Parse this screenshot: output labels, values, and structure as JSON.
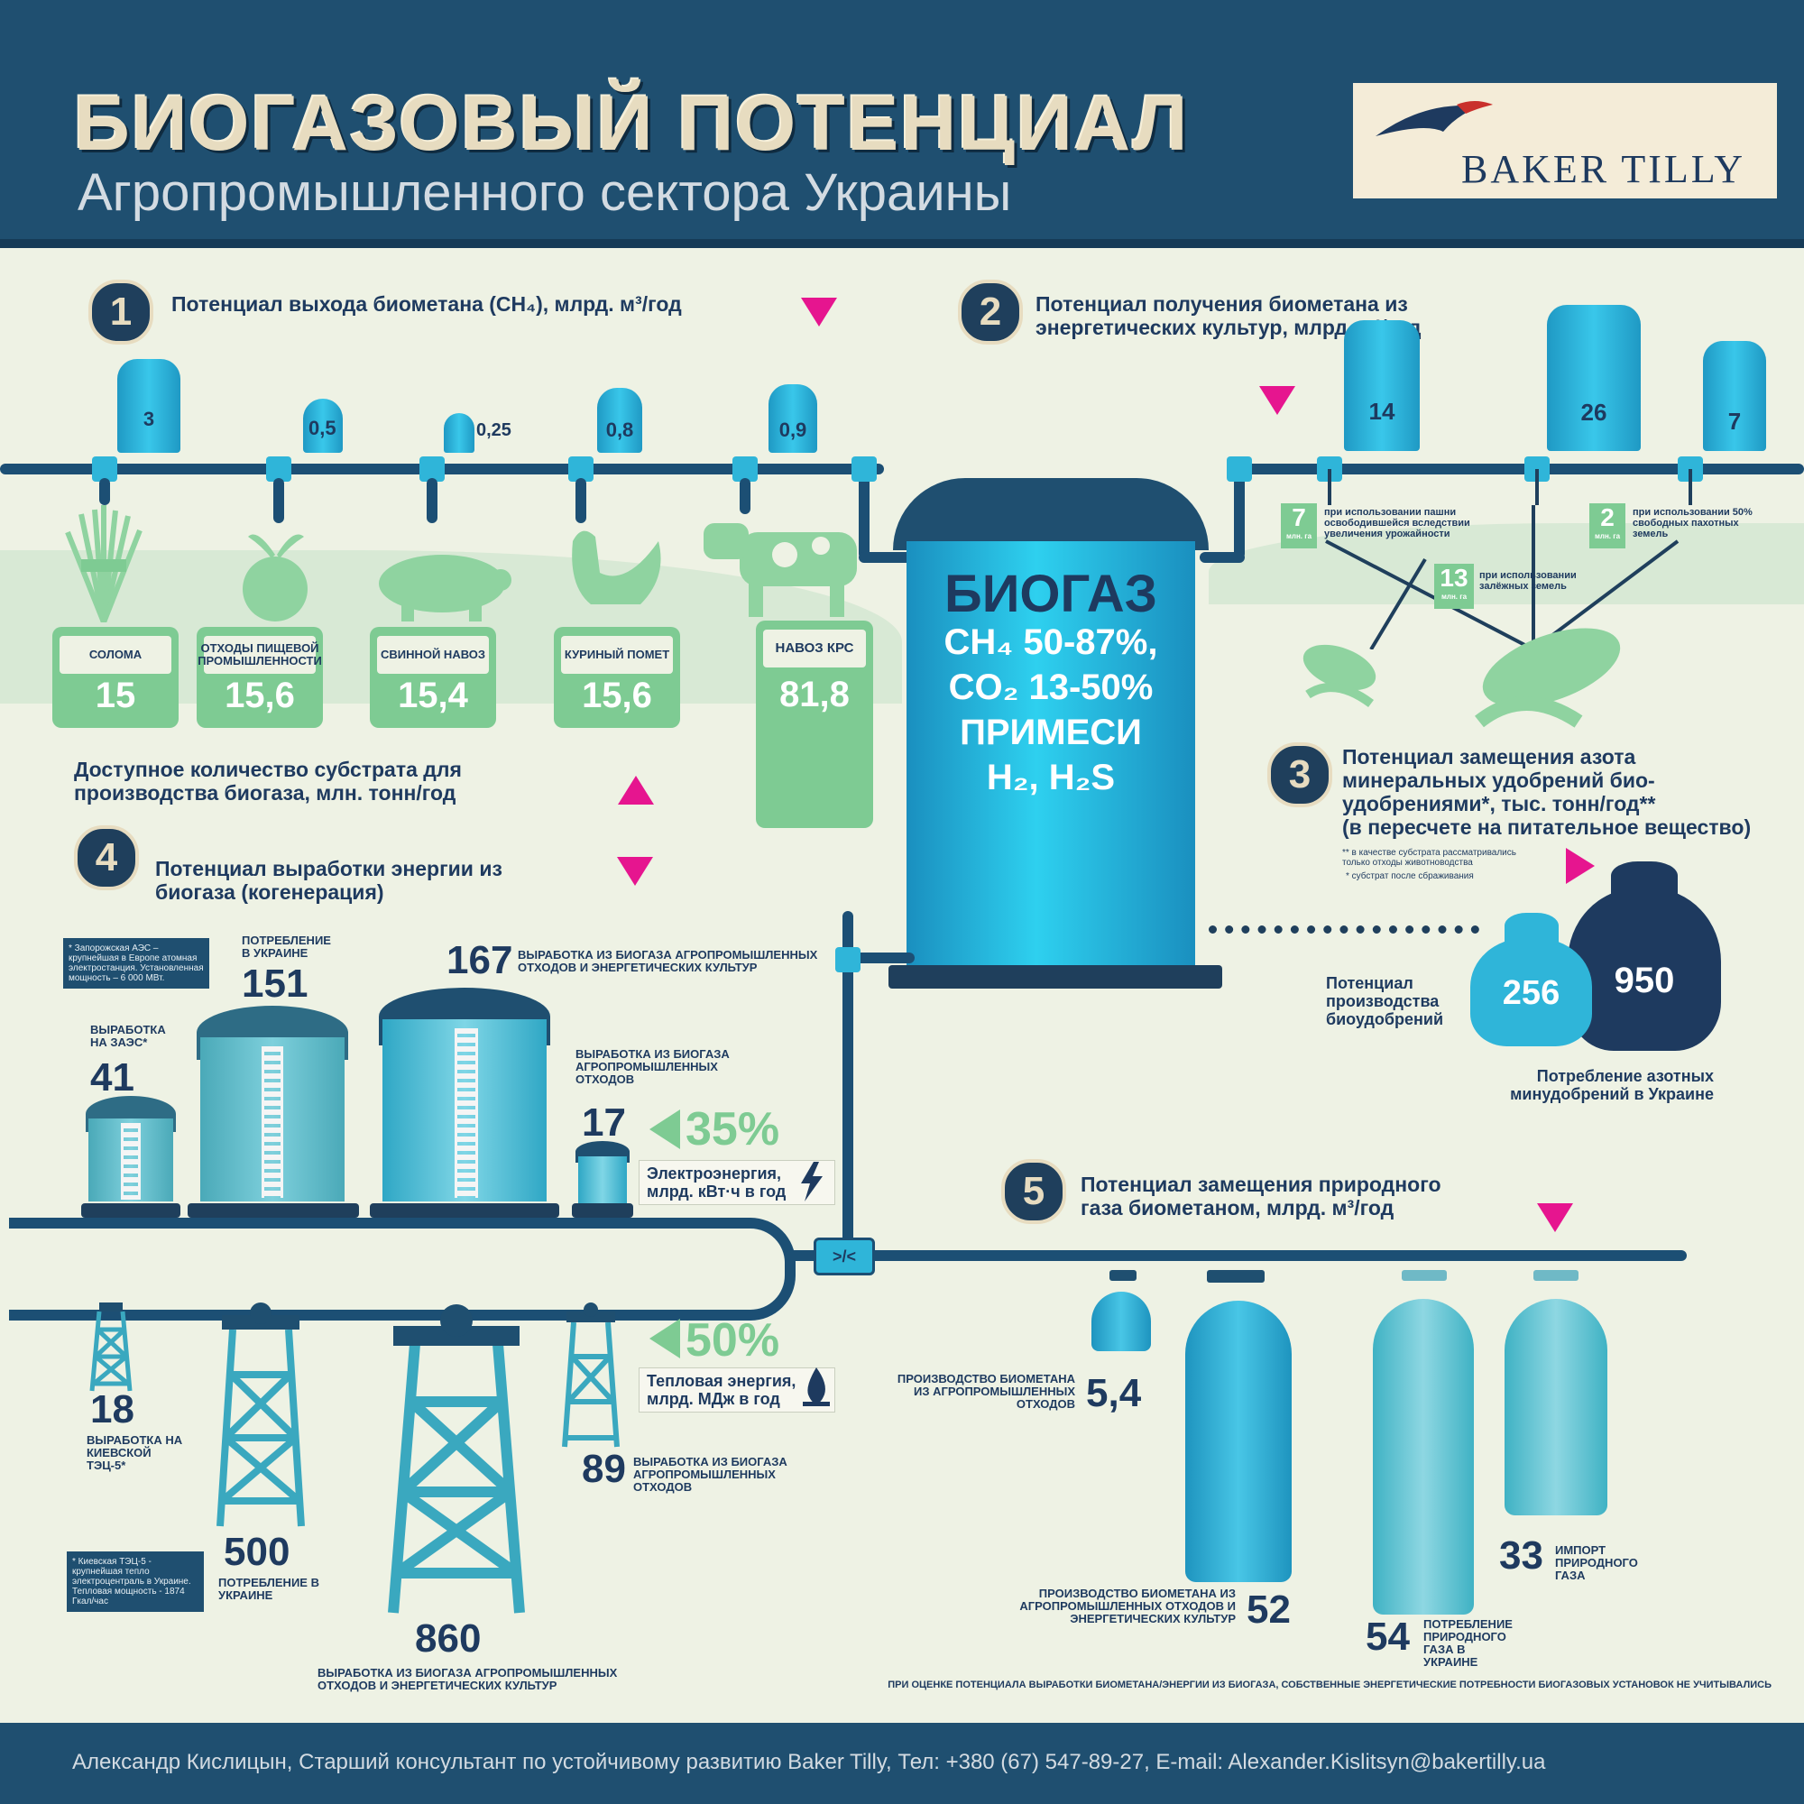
{
  "header": {
    "title": "БИОГАЗОВЫЙ ПОТЕНЦИАЛ",
    "subtitle": "Агропромышленного сектора Украины",
    "logo_text": "BAKER TILLY"
  },
  "section1": {
    "number": "1",
    "title": "Потенциал выхода биометана (CH₄), млрд. м³/год",
    "tanks": [
      "3",
      "0,5",
      "0,25",
      "0,8",
      "0,9"
    ],
    "cards": [
      {
        "label": "СОЛОМА",
        "value": "15"
      },
      {
        "label": "ОТХОДЫ ПИЩЕВОЙ ПРОМЫШЛЕННОСТИ",
        "value": "15,6"
      },
      {
        "label": "СВИННОЙ НАВОЗ",
        "value": "15,4"
      },
      {
        "label": "КУРИНЫЙ ПОМЕТ",
        "value": "15,6"
      },
      {
        "label": "НАВОЗ КРС",
        "value": "81,8"
      }
    ],
    "substrate_label": "Доступное количество субстрата для производства биогаза, млн. тонн/год"
  },
  "biogas": {
    "title": "БИОГАЗ",
    "line1": "CH₄ 50-87%,",
    "line2": "CO₂ 13-50%",
    "line3": "ПРИМЕСИ",
    "line4": "H₂, H₂S"
  },
  "section2": {
    "number": "2",
    "title": "Потенциал получения биометана из энергетических культур, млрд. м³/год",
    "tanks": [
      "14",
      "26",
      "7"
    ],
    "land": [
      {
        "value": "7",
        "unit": "млн. га",
        "text": "при использовании пашни освободившейся вследствии увеличения урожайности"
      },
      {
        "value": "2",
        "unit": "млн. га",
        "text": "при использовании 50% свободных пахотных земель"
      },
      {
        "value": "13",
        "unit": "млн. га",
        "text": "при использовании залёжных земель"
      }
    ]
  },
  "section3": {
    "number": "3",
    "title": "Потенциал замещения азота минеральных удобрений био-удобрениями*, тыс. тонн/год**",
    "title2": "(в пересчете на питательное вещество)",
    "note1": "** в качестве субстрата рассматривались только отходы животноводства",
    "note2": "* субстрат после сбраживания",
    "bio_label": "Потенциал производства биоудобрений",
    "bio_value": "256",
    "mineral_value": "950",
    "mineral_label": "Потребление азотных минудобрений в Украине"
  },
  "section4": {
    "number": "4",
    "title": "Потенциал выработки энергии из биогаза (когенерация)",
    "note_zaes": "* Запорожская АЭС – крупнейшая в Европе атомная электростанция. Установленная мощность – 6 000 МВт.",
    "zaes_label": "ВЫРАБОТКА НА ЗАЭС*",
    "zaes_value": "41",
    "cons_label": "ПОТРЕБЛЕНИЕ В УКРАИНЕ",
    "cons_value": "151",
    "total_value": "167",
    "total_label": "ВЫРАБОТКА ИЗ БИОГАЗА АГРОПРОМЫШЛЕННЫХ ОТХОДОВ И ЭНЕРГЕТИЧЕСКИХ КУЛЬТУР",
    "waste_label": "ВЫРАБОТКА ИЗ БИОГАЗА АГРОПРОМЫШЛЕННЫХ ОТХОДОВ",
    "waste_value": "17",
    "pct_elec": "35%",
    "elec_unit": "Электроэнергия, млрд. кВт·ч в год",
    "heat": {
      "tec_value": "18",
      "tec_label": "ВЫРАБОТКА НА КИЕВСКОЙ ТЭЦ-5*",
      "cons_value": "500",
      "cons_label": "ПОТРЕБЛЕНИЕ В УКРАИНЕ",
      "total_value": "860",
      "total_label": "ВЫРАБОТКА ИЗ БИОГАЗА АГРОПРОМЫШЛЕННЫХ ОТХОДОВ И ЭНЕРГЕТИЧЕСКИХ КУЛЬТУР",
      "waste_value": "89",
      "waste_label": "ВЫРАБОТКА ИЗ БИОГАЗА АГРОПРОМЫШЛЕННЫХ ОТХОДОВ",
      "pct_heat": "50%",
      "heat_unit": "Тепловая энергия, млрд. МДж в год",
      "note_tec": "* Киевская ТЭЦ-5 - крупнейшая тепло электроцентраль в Украине. Тепловая мощность - 1874 Гкал/час"
    }
  },
  "section5": {
    "number": "5",
    "title": "Потенциал замещения природного газа биометаном, млрд. м³/год",
    "waste_label": "ПРОИЗВОДСТВО БИОМЕТАНА ИЗ АГРОПРОМЫШЛЕННЫХ ОТХОДОВ",
    "waste_value": "5,4",
    "total_label": "ПРОИЗВОДСТВО БИОМЕТАНА ИЗ АГРОПРОМЫШЛЕННЫХ ОТХОДОВ И ЭНЕРГЕТИЧЕСКИХ КУЛЬТУР",
    "total_value": "52",
    "cons_value": "54",
    "cons_label": "ПОТРЕБЛЕНИЕ ПРИРОДНОГО ГАЗА В УКРАИНЕ",
    "import_value": "33",
    "import_label": "ИМПОРТ ПРИРОДНОГО ГАЗА"
  },
  "valve_label": ">/<",
  "disclaimer": "ПРИ ОЦЕНКЕ ПОТЕНЦИАЛА ВЫРАБОТКИ БИОМЕТАНА/ЭНЕРГИИ ИЗ БИОГАЗА, СОБСТВЕННЫЕ ЭНЕРГЕТИЧЕСКИЕ ПОТРЕБНОСТИ БИОГАЗОВЫХ УСТАНОВОК НЕ УЧИТЫВАЛИСЬ",
  "footer": "Александр Кислицын, Старший консультант по устойчивому развитию Baker Tilly, Тел: +380 (67) 547-89-27, E-mail: Alexander.Kislitsyn@bakertilly.ua",
  "colors": {
    "navy": "#1f4f70",
    "accent": "#e6158f",
    "green": "#7ecb93",
    "cyan": "#2fb5d9"
  }
}
